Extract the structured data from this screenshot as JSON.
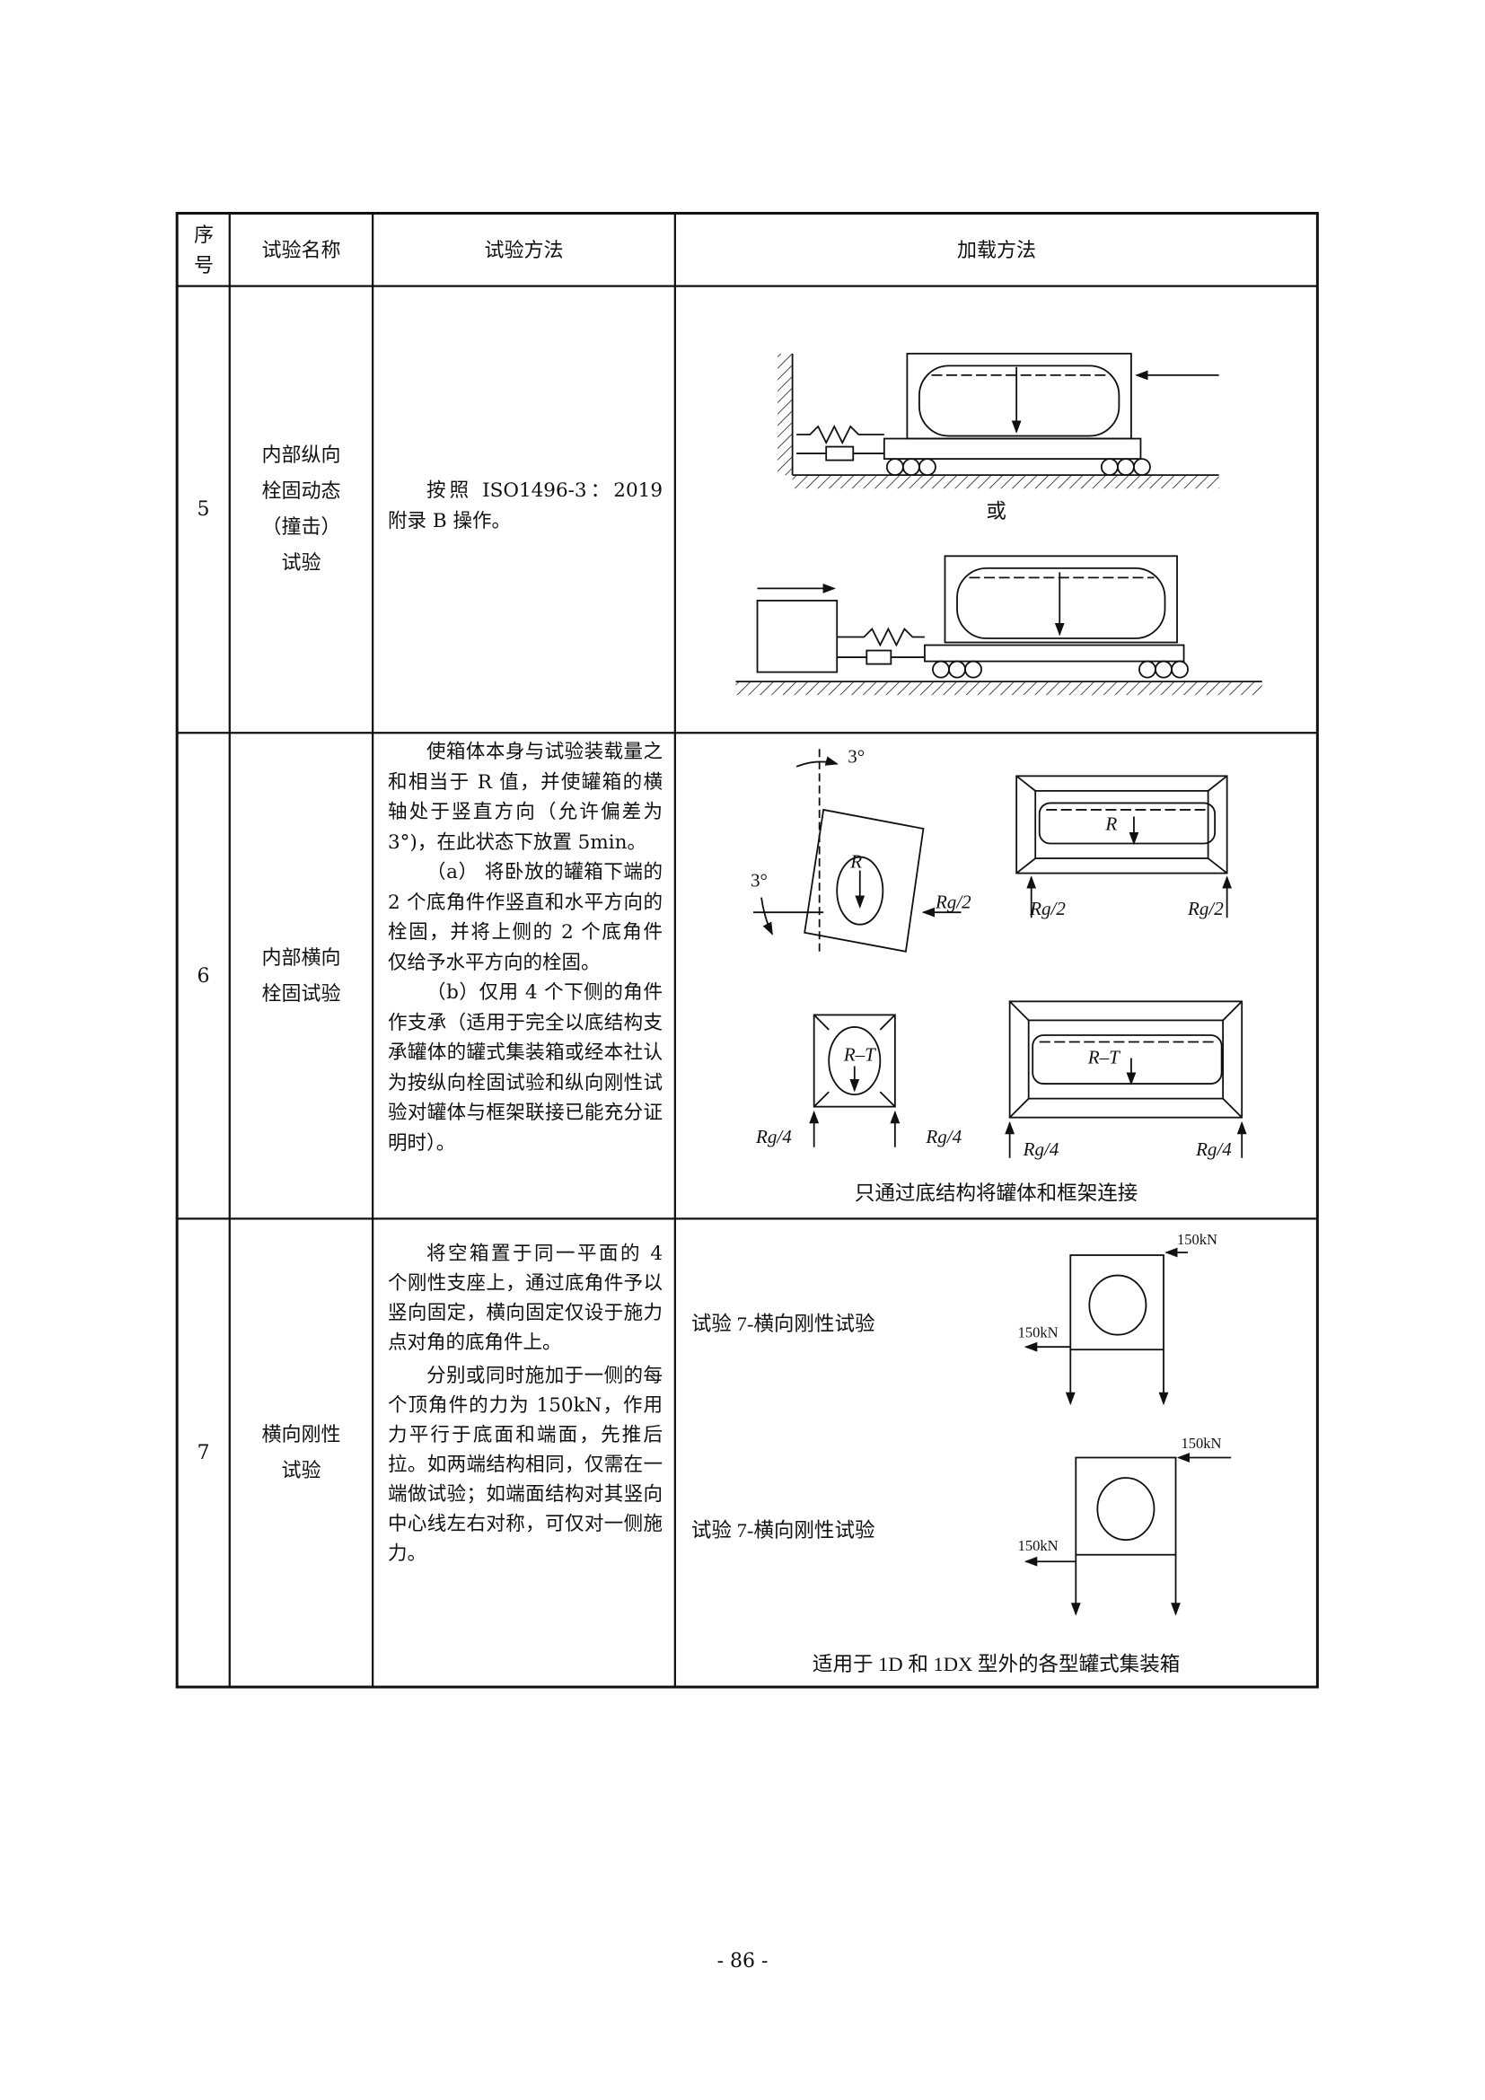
{
  "header": {
    "no": "序号",
    "name": "试验名称",
    "method": "试验方法",
    "loading": "加载方法"
  },
  "rows": [
    {
      "no": "5",
      "name": "内部纵向栓固动态（撞击）试验",
      "method": [
        "按照 ISO1496-3：2019 附录 B 操作。"
      ],
      "diagram": {
        "or_label": "或"
      }
    },
    {
      "no": "6",
      "name": "内部横向栓固试验",
      "method": [
        "使箱体本身与试验装载量之和相当于 R 值，并使罐箱的横轴处于竖直方向（允许偏差为 3°)，在此状态下放置 5min。",
        "（a） 将卧放的罐箱下端的 2 个底角件作竖直和水平方向的栓固，并将上侧的 2 个底角件仅给予水平方向的栓固。",
        "（b）仅用 4 个下侧的角件作支承（适用于完全以底结构支承罐体的罐式集装箱或经本社认为按纵向栓固试验和纵向刚性试验对罐体与框架联接已能充分证明时）。"
      ],
      "diagram": {
        "angle_top": "3°",
        "angle_left": "3°",
        "load_r": "R",
        "load_rt": "R–T",
        "rg2": "Rg/2",
        "rg4": "Rg/4",
        "caption": "只通过底结构将罐体和框架连接"
      }
    },
    {
      "no": "7",
      "name": "横向刚性试验",
      "method": [
        "将空箱置于同一平面的 4 个刚性支座上，通过底角件予以竖向固定，横向固定仅设于施力点对角的底角件上。",
        "分别或同时施加于一侧的每个顶角件的力为 150kN，作用力平行于底面和端面，先推后拉。如两端结构相同，仅需在一端做试验；如端面结构对其竖向中心线左右对称，可仅对一侧施力。"
      ],
      "diagram": {
        "label_1": "试验 7-横向刚性试验",
        "label_2": "试验 7-横向刚性试验",
        "force": "150kN",
        "caption": "适用于 1D 和 1DX 型外的各型罐式集装箱"
      }
    }
  ],
  "page_number": "- 86 -"
}
